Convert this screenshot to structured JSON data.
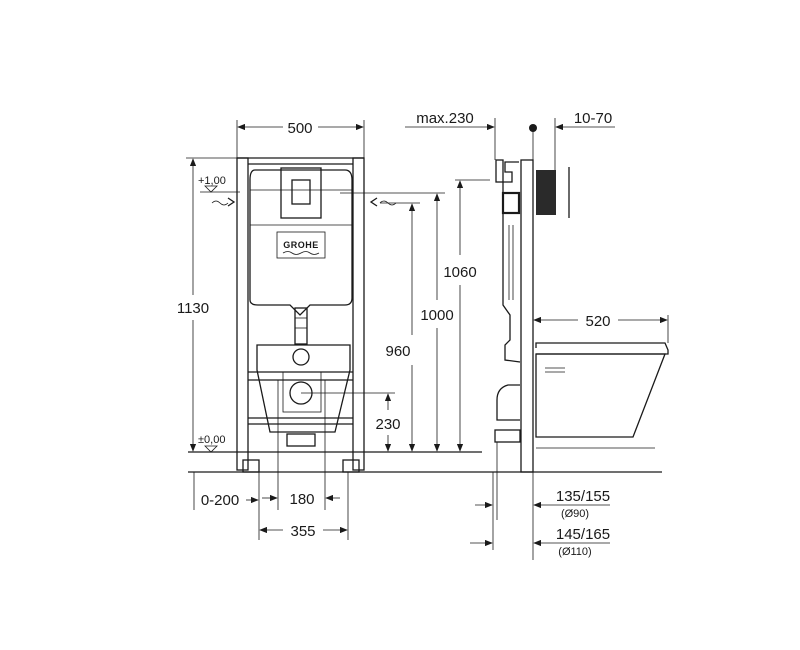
{
  "front_view": {
    "brand_logo": "GROHE",
    "dims": {
      "width": "500",
      "height": "1130",
      "level_top": "+1,00",
      "level_floor": "±0,00",
      "water_inlet": "960",
      "frame_top": "1000",
      "flush_top": "1060",
      "drain_height": "230",
      "foot_adjust": "0-200",
      "bolt_spacing": "180",
      "feet_spacing": "355"
    }
  },
  "side_view": {
    "dims": {
      "max_depth": "max.230",
      "wall_thickness": "10-70",
      "bowl_length": "520",
      "drain_offset_90": "135/155",
      "drain_dia_90": "(Ø90)",
      "drain_offset_110": "145/165",
      "drain_dia_110": "(Ø110)"
    }
  }
}
